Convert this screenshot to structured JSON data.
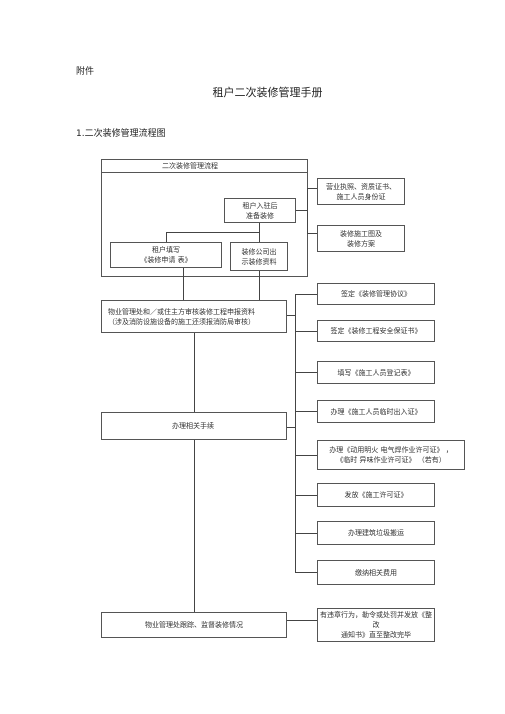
{
  "header": {
    "attachment": "附件",
    "title": "租户二次装修管理手册",
    "section": "1.二次装修管理流程图"
  },
  "flow": {
    "chart_title": "二次装修管理流程",
    "tenant_entry": "租户入驻后\n准备装修",
    "license_docs": "营业执照、资质证书、\n施工人员身份证",
    "design_plan": "装修施工图及\n装修方案",
    "tenant_fill": "租户填写\n《装修申请 表》",
    "company_docs": "装修公司出\n示装修资料",
    "property_review": "物业管理处和／或住主方审核装修工程申报资料\n（涉及消防设施设备的施工还须报消防局审核）",
    "sign_agreement": "签定《装修管理协议》",
    "sign_safety": "签定《装修工程安全保证书》",
    "fill_register": "填写《施工人员登记表》",
    "temp_pass": "办理《施工人员临时出入证》",
    "handle_procedures": "办理相关手续",
    "fire_permit": "办理《动用明火 电气焊作业许可证》 ，\n《临时 异味作业许可证》 （若有）",
    "issue_permit": "发放《施工许可证》",
    "waste_removal": "办理建筑垃圾搬运",
    "pay_fees": "缴纳相关费用",
    "supervise": "物业管理处跟踪、监督装修情况",
    "violation": "有违章行为，勒令或处罚并发放《整改\n通知书》直至整改完毕"
  }
}
